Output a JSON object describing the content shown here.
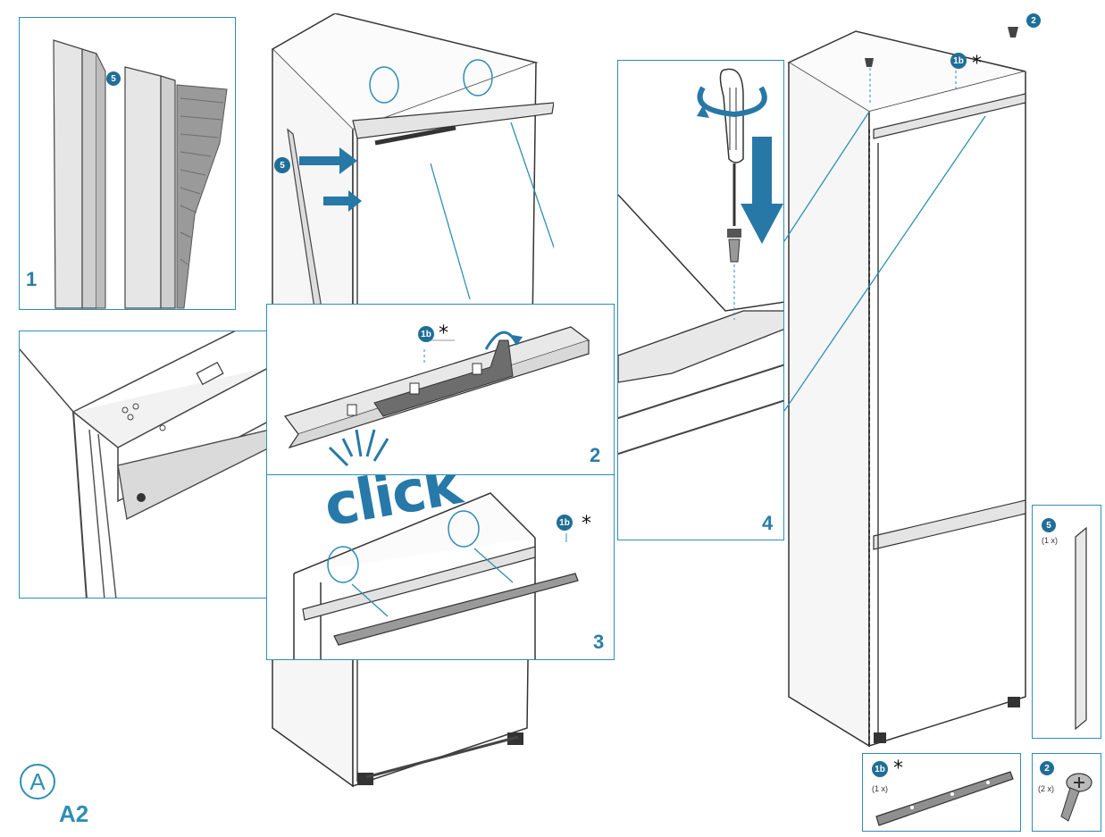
{
  "diagram": {
    "section_letter": "A",
    "section_code": "A2",
    "click_label": "click",
    "asterisk": "*",
    "steps": {
      "s1": "1",
      "s2": "2",
      "s3": "3",
      "s4": "4"
    },
    "part_tags": {
      "five": "5",
      "one_b": "1b",
      "two": "2"
    },
    "parts": [
      {
        "tag": "5",
        "qty": "(1 x)"
      },
      {
        "tag": "1b",
        "qty": "(1 x)"
      },
      {
        "tag": "2",
        "qty": "(2 x)"
      }
    ],
    "colors": {
      "accent": "#2e8fb3",
      "badge": "#1f6e97",
      "arrow": "#2778a6",
      "line": "#333333"
    }
  }
}
